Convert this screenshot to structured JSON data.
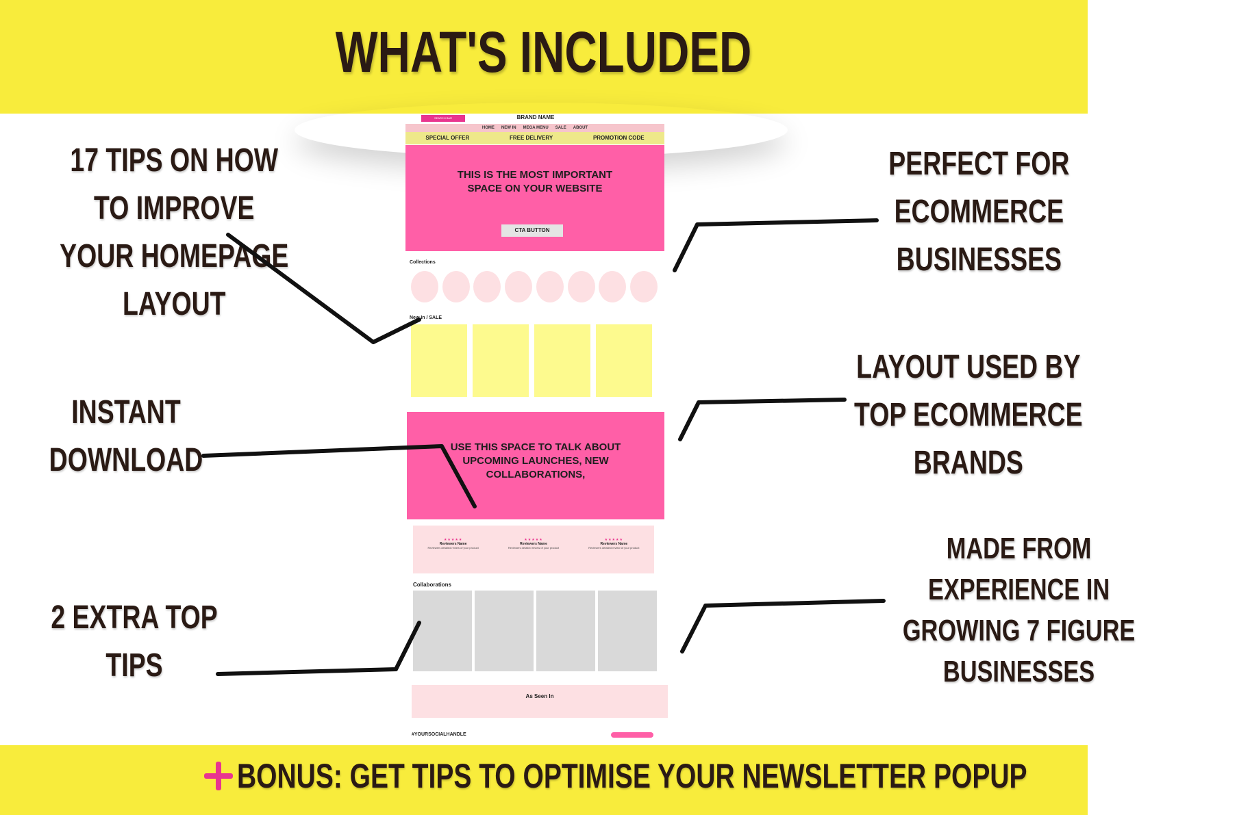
{
  "header": {
    "title": "WHAT'S INCLUDED"
  },
  "callouts": {
    "left": [
      {
        "lines": [
          "17 TIPS ON HOW",
          "TO IMPROVE",
          "YOUR HOMEPAGE",
          "LAYOUT"
        ]
      },
      {
        "lines": [
          "INSTANT",
          "DOWNLOAD"
        ]
      },
      {
        "lines": [
          "2 EXTRA TOP",
          "TIPS"
        ]
      }
    ],
    "right": [
      {
        "lines": [
          "PERFECT FOR",
          "ECOMMERCE",
          "BUSINESSES"
        ]
      },
      {
        "lines": [
          "LAYOUT USED BY",
          "TOP ECOMMERCE",
          "BRANDS"
        ]
      },
      {
        "lines": [
          "MADE FROM",
          "EXPERIENCE IN",
          "GROWING 7 FIGURE",
          "BUSINESSES"
        ]
      }
    ]
  },
  "mockup": {
    "search_bar": "SEARCH BAR",
    "brand_name": "BRAND NAME",
    "nav": [
      "HOME",
      "NEW IN",
      "MEGA MENU",
      "SALE",
      "ABOUT"
    ],
    "promo": [
      "SPECIAL OFFER",
      "FREE DELIVERY",
      "PROMOTION CODE"
    ],
    "hero_text": "THIS IS THE MOST IMPORTANT SPACE ON YOUR WEBSITE",
    "cta": "CTA BUTTON",
    "collections_label": "Collections",
    "newin_label": "New In / SALE",
    "hero2_text": "USE THIS SPACE TO  TALK ABOUT UPCOMING LAUNCHES, NEW COLLABORATIONS,",
    "reviews": [
      {
        "stars": "★★★★★",
        "name": "Reviewers Name",
        "text": "Reviewers detailed review of your product"
      },
      {
        "stars": "★★★★★",
        "name": "Reviewers Name",
        "text": "Reviewers detailed review of your product"
      },
      {
        "stars": "★★★★★",
        "name": "Reviewers Name",
        "text": "Reviewers detailed review of your product"
      }
    ],
    "collabs_label": "Collaborations",
    "seen_in": "As Seen In",
    "social": "#YOURSOCIALHANDLE"
  },
  "footer": {
    "bonus": "BONUS: GET TIPS TO OPTIMISE YOUR NEWSLETTER POPUP",
    "plus_icon": "plus-icon"
  },
  "colors": {
    "yellow": "#f8ec3c",
    "pink": "#ff5fa7",
    "text": "#2a1a14"
  }
}
